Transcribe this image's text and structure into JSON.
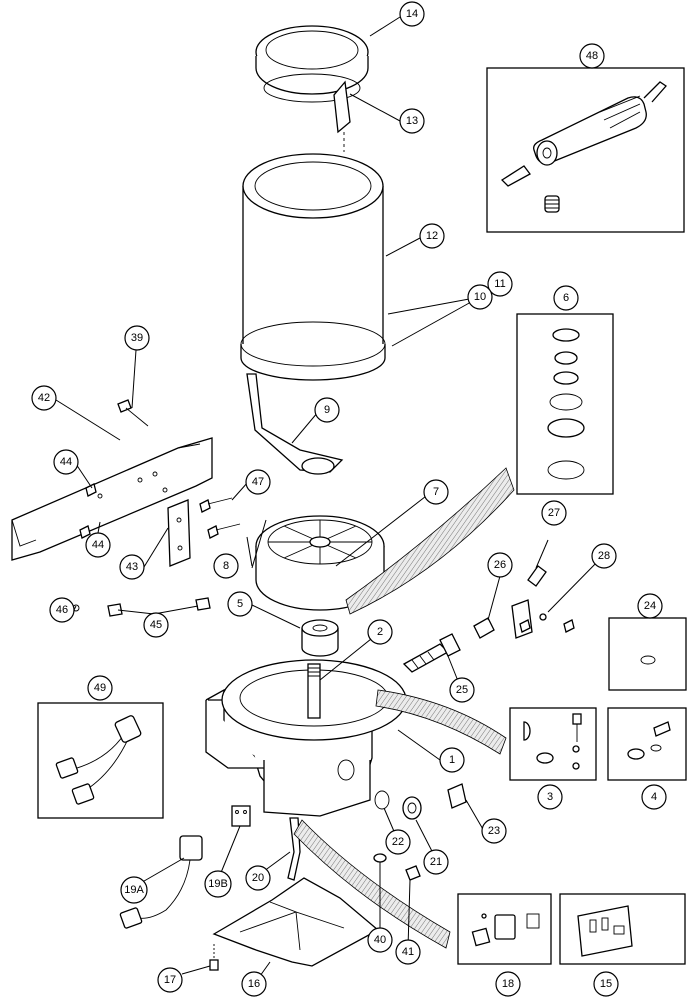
{
  "callouts": [
    {
      "id": "c14",
      "label": "14"
    },
    {
      "id": "c13",
      "label": "13"
    },
    {
      "id": "c48",
      "label": "48"
    },
    {
      "id": "c12",
      "label": "12"
    },
    {
      "id": "c11",
      "label": "11"
    },
    {
      "id": "c10",
      "label": "10"
    },
    {
      "id": "c6",
      "label": "6"
    },
    {
      "id": "c39",
      "label": "39"
    },
    {
      "id": "c42",
      "label": "42"
    },
    {
      "id": "c9",
      "label": "9"
    },
    {
      "id": "c44a",
      "label": "44"
    },
    {
      "id": "c47",
      "label": "47"
    },
    {
      "id": "c7",
      "label": "7"
    },
    {
      "id": "c27",
      "label": "27"
    },
    {
      "id": "c8",
      "label": "8"
    },
    {
      "id": "c44b",
      "label": "44"
    },
    {
      "id": "c43",
      "label": "43"
    },
    {
      "id": "c46",
      "label": "46"
    },
    {
      "id": "c45",
      "label": "45"
    },
    {
      "id": "c5",
      "label": "5"
    },
    {
      "id": "c26",
      "label": "26"
    },
    {
      "id": "c28",
      "label": "28"
    },
    {
      "id": "c24",
      "label": "24"
    },
    {
      "id": "c2",
      "label": "2"
    },
    {
      "id": "c25",
      "label": "25"
    },
    {
      "id": "c49",
      "label": "49"
    },
    {
      "id": "c1",
      "label": "1"
    },
    {
      "id": "c3",
      "label": "3"
    },
    {
      "id": "c4",
      "label": "4"
    },
    {
      "id": "c22",
      "label": "22"
    },
    {
      "id": "c21",
      "label": "21"
    },
    {
      "id": "c23",
      "label": "23"
    },
    {
      "id": "c20",
      "label": "20"
    },
    {
      "id": "c19a",
      "label": "19A"
    },
    {
      "id": "c19b",
      "label": "19B"
    },
    {
      "id": "c40",
      "label": "40"
    },
    {
      "id": "c41",
      "label": "41"
    },
    {
      "id": "c17",
      "label": "17"
    },
    {
      "id": "c16",
      "label": "16"
    },
    {
      "id": "c18",
      "label": "18"
    },
    {
      "id": "c15",
      "label": "15"
    }
  ]
}
